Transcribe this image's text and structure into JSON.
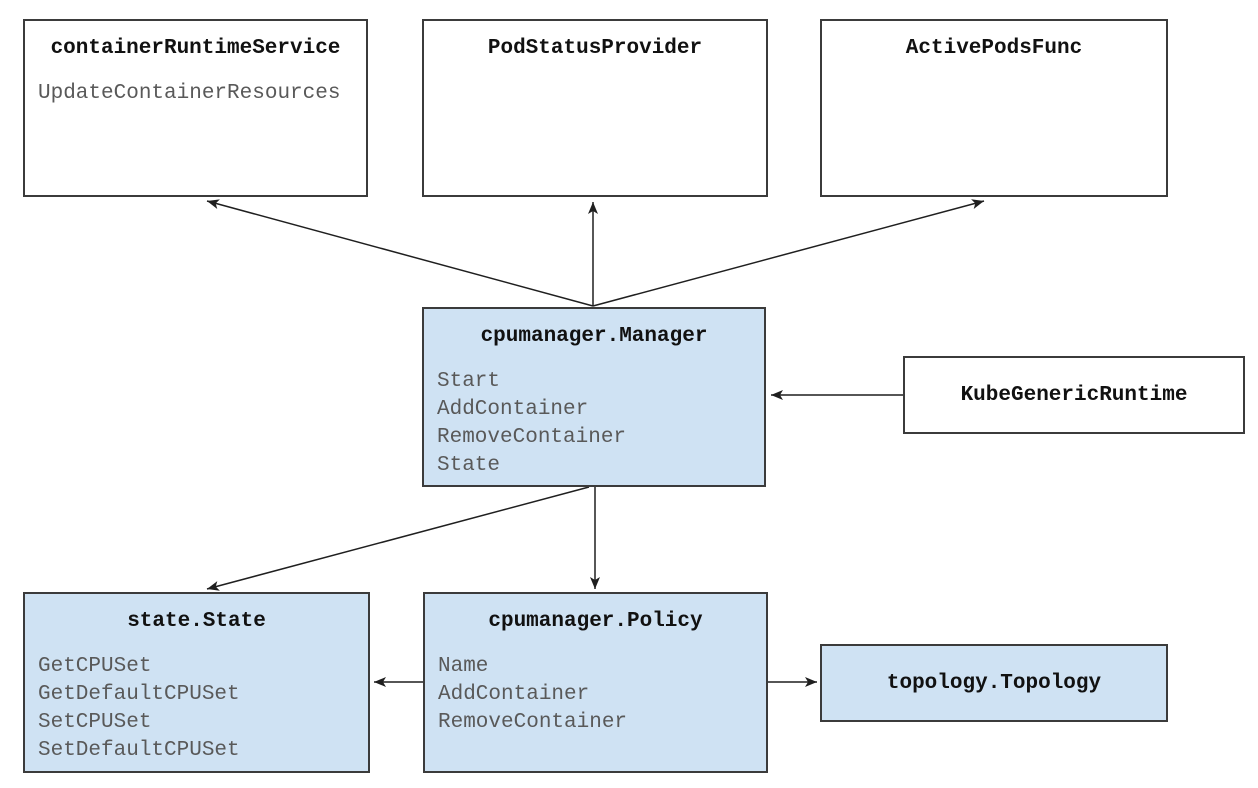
{
  "diagram": {
    "nodes": {
      "container_runtime_service": {
        "title": "containerRuntimeService",
        "methods": [
          "UpdateContainerResources"
        ]
      },
      "pod_status_provider": {
        "title": "PodStatusProvider",
        "methods": []
      },
      "active_pods_func": {
        "title": "ActivePodsFunc",
        "methods": []
      },
      "cpumanager_manager": {
        "title": "cpumanager.Manager",
        "methods": [
          "Start",
          "AddContainer",
          "RemoveContainer",
          "State"
        ]
      },
      "kube_generic_runtime": {
        "title": "KubeGenericRuntime",
        "methods": []
      },
      "state_state": {
        "title": "state.State",
        "methods": [
          "GetCPUSet",
          "GetDefaultCPUSet",
          "SetCPUSet",
          "SetDefaultCPUSet"
        ]
      },
      "cpumanager_policy": {
        "title": "cpumanager.Policy",
        "methods": [
          "Name",
          "AddContainer",
          "RemoveContainer"
        ]
      },
      "topology_topology": {
        "title": "topology.Topology",
        "methods": []
      }
    },
    "edges": [
      "cpumanager.Manager -> containerRuntimeService",
      "cpumanager.Manager -> PodStatusProvider",
      "cpumanager.Manager -> ActivePodsFunc",
      "KubeGenericRuntime -> cpumanager.Manager",
      "cpumanager.Manager -> state.State",
      "cpumanager.Manager -> cpumanager.Policy",
      "cpumanager.Policy -> state.State",
      "cpumanager.Policy -> topology.Topology"
    ],
    "colors": {
      "highlight_fill": "#cfe2f3",
      "plain_fill": "#ffffff",
      "border": "#3b3b3b",
      "title_text": "#111111",
      "method_text": "#595959",
      "arrow": "#1f1f1f"
    }
  }
}
